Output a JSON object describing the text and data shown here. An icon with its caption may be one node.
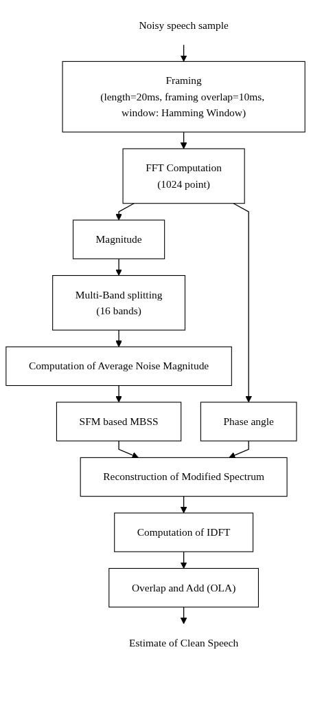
{
  "diagram": {
    "nodes": [
      {
        "text": [
          "Noisy speech sample"
        ]
      },
      {
        "text": [
          "Framing",
          "(length=20ms, framing overlap=10ms, window: Hamming Window)"
        ]
      },
      {
        "text": [
          "FFT Computation",
          "(1024 point)"
        ]
      },
      {
        "text": [
          "Magnitude"
        ]
      },
      {
        "text": [
          "Phase angle"
        ]
      },
      {
        "text": [
          "Multi-Band splitting",
          "(16 bands)"
        ]
      },
      {
        "text": [
          "Computation of Average Noise Magnitude"
        ]
      },
      {
        "text": [
          "SFM based MBSS"
        ]
      },
      {
        "text": [
          "Reconstruction of Modified Spectrum"
        ]
      },
      {
        "text": [
          "Computation of IDFT"
        ]
      },
      {
        "text": [
          "Overlap and Add (OLA)"
        ]
      },
      {
        "text": [
          "Estimate of Clean Speech"
        ]
      }
    ],
    "edges": [
      {
        "from": 0,
        "to": 1,
        "arrow": "to"
      },
      {
        "from": 1,
        "to": 2,
        "arrow": "to"
      },
      {
        "from": 2,
        "to": 3,
        "arrow": "to"
      },
      {
        "from": 2,
        "to": 4,
        "arrow": "to"
      },
      {
        "from": 3,
        "to": 5,
        "arrow": "to"
      },
      {
        "from": 5,
        "to": 6,
        "arrow": "to"
      },
      {
        "from": 6,
        "to": 7,
        "arrow": "to"
      },
      {
        "from": 7,
        "to": 8,
        "arrow": "to"
      },
      {
        "from": 4,
        "to": 8,
        "arrow": "to"
      },
      {
        "from": 8,
        "to": 9,
        "arrow": "to"
      },
      {
        "from": 9,
        "to": 10,
        "arrow": "to"
      },
      {
        "from": 10,
        "to": 11,
        "arrow": "to"
      }
    ]
  }
}
